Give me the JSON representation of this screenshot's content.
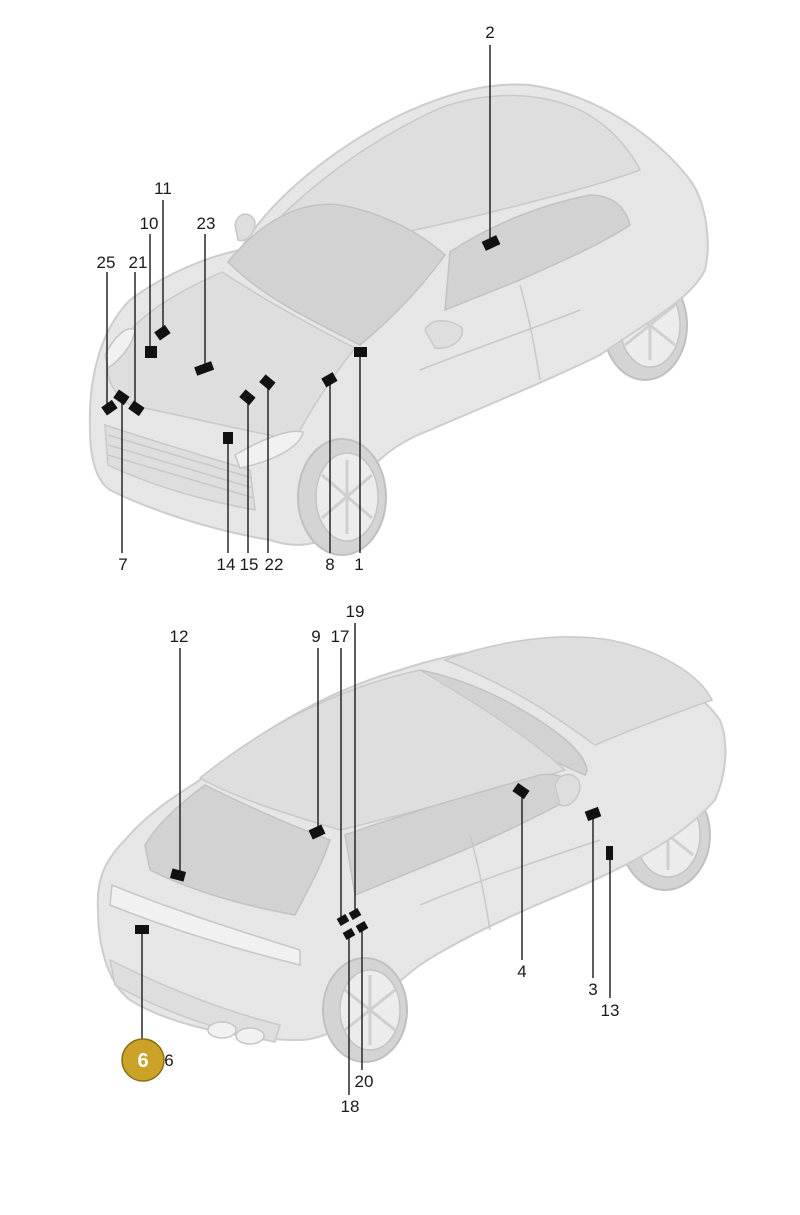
{
  "top_view_labels": [
    "2",
    "11",
    "10",
    "23",
    "25",
    "21",
    "7",
    "14",
    "15",
    "22",
    "8",
    "1"
  ],
  "bottom_view_labels": [
    "19",
    "12",
    "9",
    "17",
    "4",
    "3",
    "13",
    "20",
    "18"
  ],
  "highlight": {
    "number": "6",
    "label": "6",
    "color": "#c9a227"
  }
}
